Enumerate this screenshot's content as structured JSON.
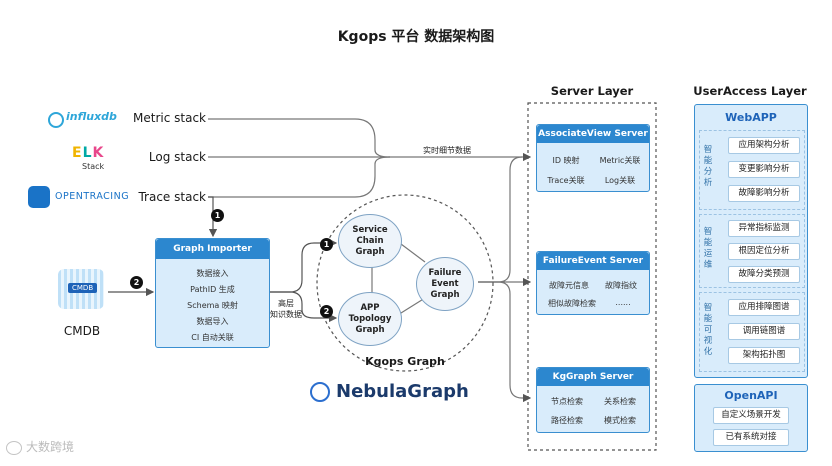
{
  "title": "Kgops 平台 数据架构图",
  "server_layer_title": "Server Layer",
  "useraccess_layer_title": "UserAccess Layer",
  "sources": [
    {
      "logo": "influxdb",
      "label": "Metric stack"
    },
    {
      "logo": "Stack",
      "label": "Log stack"
    },
    {
      "logo": "OPENTRACING",
      "label": "Trace stack"
    }
  ],
  "realtime_label": "实时细节数据",
  "cmdb": {
    "badge": "CMDB",
    "label": "CMDB"
  },
  "importer": {
    "title": "Graph Importer",
    "items": [
      "数据接入",
      "PathID 生成",
      "Schema 映射",
      "数据导入",
      "CI 自动关联"
    ]
  },
  "high_level_label": [
    "高层",
    "知识数据"
  ],
  "steps": [
    "1",
    "2",
    "1",
    "2"
  ],
  "graph": {
    "nodes": [
      {
        "lines": [
          "Service",
          "Chain",
          "Graph"
        ]
      },
      {
        "lines": [
          "Failure",
          "Event",
          "Graph"
        ]
      },
      {
        "lines": [
          "APP",
          "Topology",
          "Graph"
        ]
      }
    ],
    "label": "Kgops Graph"
  },
  "nebula": {
    "brand": "NebulaGraph"
  },
  "servers": [
    {
      "title": "AssociateView Server",
      "cells": [
        "ID 映射",
        "Metric关联",
        "Trace关联",
        "Log关联"
      ]
    },
    {
      "title": "FailureEvent Server",
      "cells": [
        "故障元信息",
        "故障指纹",
        "相似故障检索",
        "......"
      ]
    },
    {
      "title": "KgGraph Server",
      "cells": [
        "节点检索",
        "关系检索",
        "路径检索",
        "模式检索"
      ]
    }
  ],
  "webapp": {
    "title": "WebAPP",
    "groups": [
      {
        "side": [
          "智",
          "能",
          "分",
          "析"
        ],
        "buttons": [
          "应用架构分析",
          "变更影响分析",
          "故障影响分析"
        ]
      },
      {
        "side": [
          "智",
          "能",
          "运",
          "维"
        ],
        "buttons": [
          "异常指标监测",
          "根因定位分析",
          "故障分类预测"
        ]
      },
      {
        "side": [
          "智",
          "能",
          "可",
          "视",
          "化"
        ],
        "buttons": [
          "应用排障图谱",
          "调用链图谱",
          "架构拓扑图"
        ]
      }
    ]
  },
  "openapi": {
    "title": "OpenAPI",
    "buttons": [
      "自定义场景开发",
      "已有系统对接"
    ]
  },
  "watermark": "大数跨境",
  "colors": {
    "primary": "#2c87cf",
    "box_fill": "#d9ecfb",
    "border": "#3a8fd0"
  }
}
